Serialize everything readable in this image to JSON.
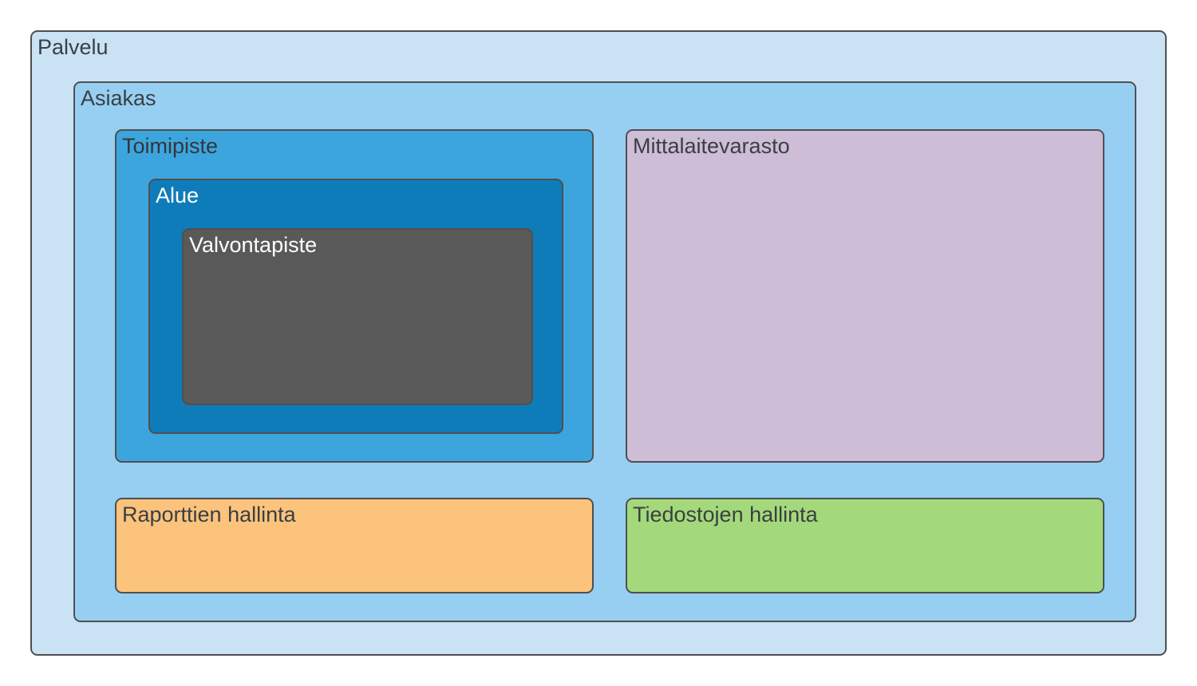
{
  "diagram": {
    "background": "#ffffff",
    "border_color": "#4f4f4f",
    "boxes": {
      "palvelu": {
        "label": "Palvelu",
        "fill": "#c9e3f5",
        "text_color": "#3a3f44"
      },
      "asiakas": {
        "label": "Asiakas",
        "fill": "#96cff2",
        "text_color": "#3a3f44"
      },
      "toimipiste": {
        "label": "Toimipiste",
        "fill": "#3da5dd",
        "text_color": "#32373c"
      },
      "alue": {
        "label": "Alue",
        "fill": "#0f7cba",
        "text_color": "#ffffff"
      },
      "valvontapiste": {
        "label": "Valvontapiste",
        "fill": "#595959",
        "text_color": "#ffffff"
      },
      "mittalaitevarasto": {
        "label": "Mittalaitevarasto",
        "fill": "#cdbdd6",
        "text_color": "#3a3f44"
      },
      "raporttien_hallinta": {
        "label": "Raporttien hallinta",
        "fill": "#fbc37c",
        "text_color": "#3a3f44"
      },
      "tiedostojen_hallinta": {
        "label": "Tiedostojen hallinta",
        "fill": "#a4d97b",
        "text_color": "#3a3f44"
      }
    }
  }
}
